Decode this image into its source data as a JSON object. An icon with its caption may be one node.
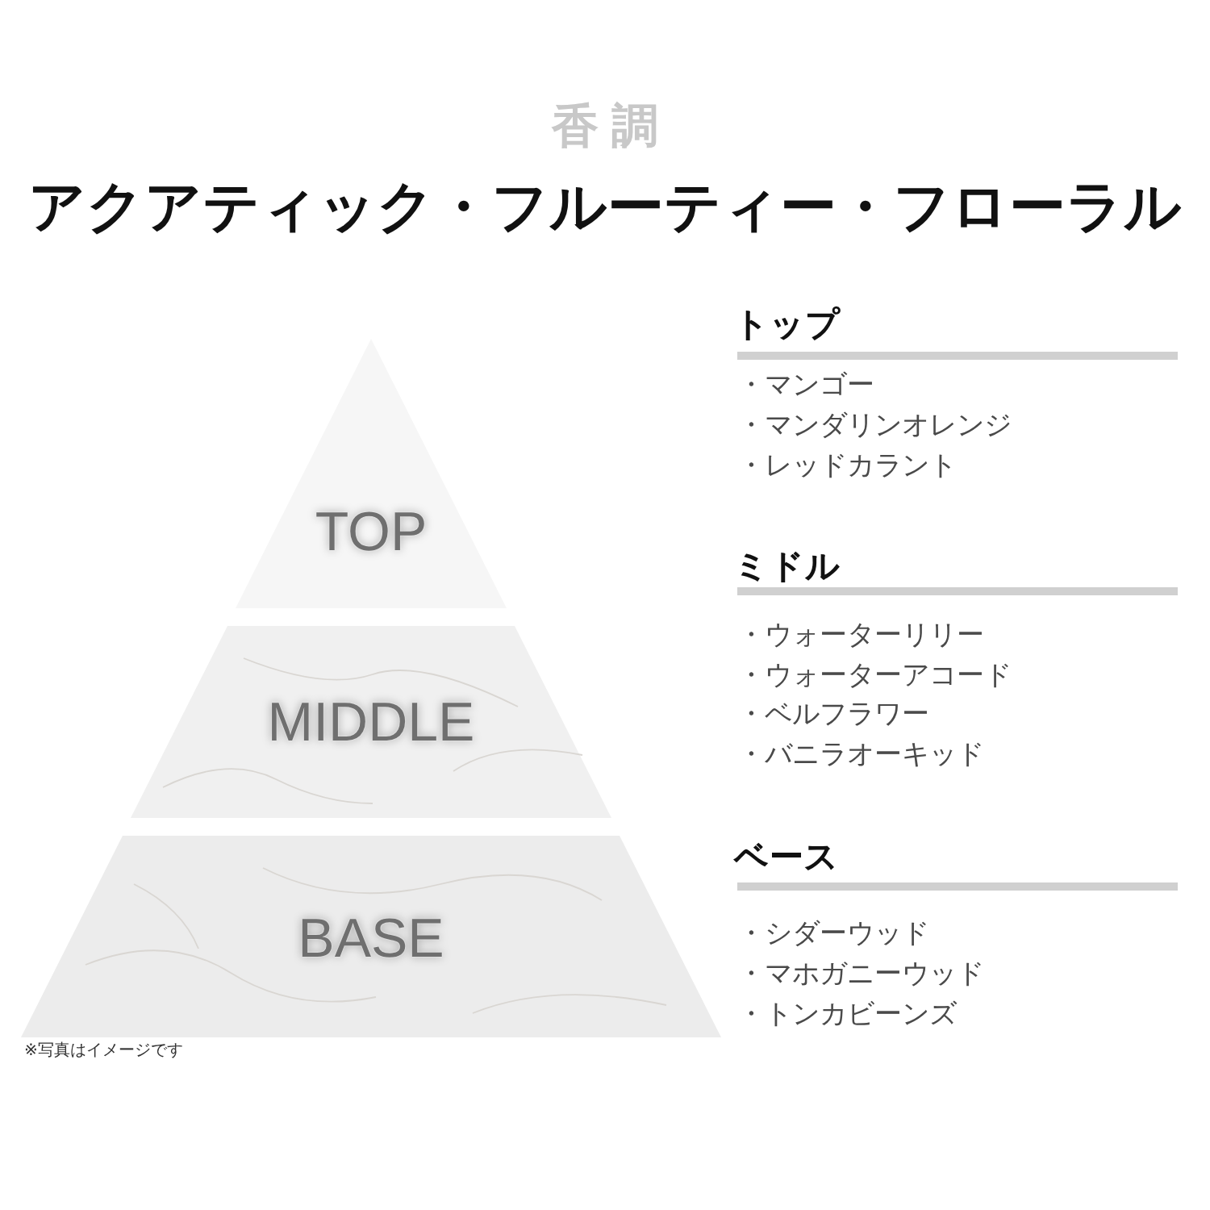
{
  "diagram": {
    "title": "アクアティック・フルーティー・フローラル",
    "nodes": [
      {
        "text": [
          "TOP"
        ]
      },
      {
        "text": [
          "MIDDLE"
        ]
      },
      {
        "text": [
          "BASE"
        ]
      }
    ],
    "labels": [
      "香調",
      "トップ",
      "・マンゴー",
      "・マンダリンオレンジ",
      "・レッドカラント",
      "ミドル",
      "・ウォーターリリー",
      "・ウォーターアコード",
      "・ベルフラワー",
      "・バニラオーキッド",
      "ベース",
      "・シダーウッド",
      "・マホガニーウッド",
      "・トンカビーンズ",
      "※写真はイメージです"
    ]
  }
}
